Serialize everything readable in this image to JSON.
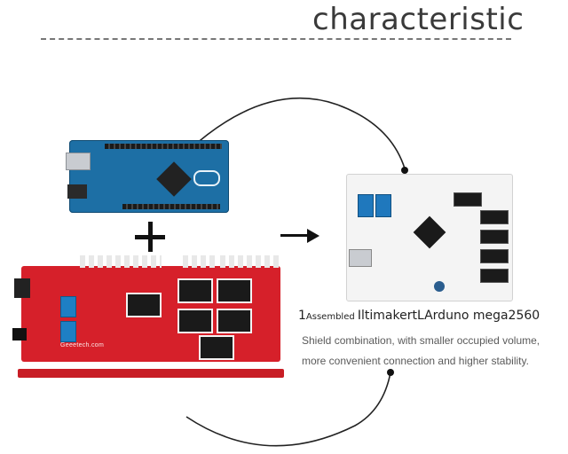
{
  "header": {
    "title": "characteristic"
  },
  "images": {
    "arduino_board": "arduino-mega2560-board",
    "shield_board": "ramps-style-red-shield-board",
    "combined_board": "assembled-combined-controller-board"
  },
  "operators": {
    "plus": "+",
    "arrow": "→"
  },
  "caption": {
    "number": "1",
    "small_text": "Assembled ",
    "large_text": "IltimakertLArduno mega2560"
  },
  "description": {
    "line1": "Shield combination, with smaller occupied volume,",
    "line2": "more convenient connection and higher stability."
  },
  "board_text": {
    "shield_brand": "Geeetech.com"
  },
  "colors": {
    "arduino_blue": "#1d6fa5",
    "shield_red": "#d6202a",
    "result_white": "#f4f4f4",
    "text_gray": "#5a5a5a"
  }
}
